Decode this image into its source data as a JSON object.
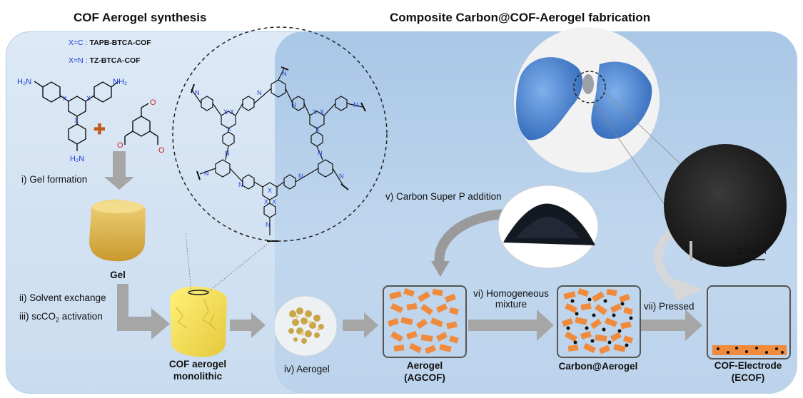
{
  "titles": {
    "left": "COF Aerogel synthesis",
    "right": "Composite Carbon@COF-Aerogel fabrication"
  },
  "legend": {
    "line1_x": "X=C :",
    "line1_name": "TAPB-BTCA-COF",
    "line2_x": "X=N :",
    "line2_name": "TZ-BTCA-COF"
  },
  "chem": {
    "nh2": "NH",
    "h2n": "H",
    "x": "X",
    "n": "N",
    "o": "O",
    "plus": "+"
  },
  "steps": {
    "gel_formation": "i) Gel formation",
    "solvent_exchange": "ii) Solvent exchange",
    "scco2_activation_prefix": "iii) scCO",
    "scco2_activation_sub": "2",
    "scco2_activation_suffix": " activation",
    "aerogel": "iv) Aerogel",
    "carbon_addition": "v) Carbon Super P addition",
    "homogeneous_line1": "vi) Homogeneous",
    "homogeneous_line2": "mixture",
    "pressed": "vii) Pressed"
  },
  "products": {
    "gel": "Gel",
    "cof_aerogel_line1": "COF aerogel",
    "cof_aerogel_line2": "monolithic",
    "agcof_line1": "Aerogel",
    "agcof_line2": "(AGCOF)",
    "carbon_aerogel": "Carbon@Aerogel",
    "ecof_line1": "COF-Electrode",
    "ecof_line2": "(ECOF)"
  },
  "scale_bar": "2.5 mm",
  "colors": {
    "left_panel": "#d3e3f3",
    "right_panel": "#b4cfea",
    "arrow": "#a6a6a6",
    "flake": "#f08a3c",
    "chem_blue": "#1f3fd6",
    "chem_red": "#d0201b",
    "carbon_dot": "#111111"
  }
}
